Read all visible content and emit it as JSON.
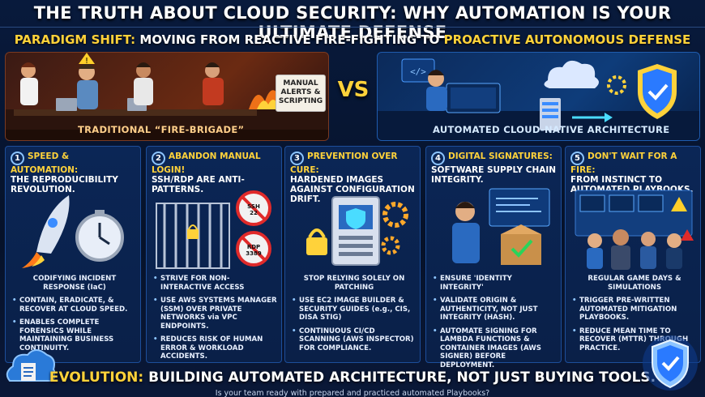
{
  "title": "THE TRUTH ABOUT CLOUD SECURITY: WHY AUTOMATION IS YOUR ULTIMATE DEFENSE",
  "subtitle": {
    "part1": "PARADIGM SHIFT:",
    "part2": " MOVING FROM REACTIVE FIRE-FIGHTING TO ",
    "part3": "PROACTIVE AUTONOMOUS DEFENSE"
  },
  "top": {
    "left_caption": "TRADITIONAL “FIRE-BRIGADE”",
    "manual_note": [
      "MANUAL",
      "ALERTS &",
      "SCRIPTING"
    ],
    "vs": "VS",
    "right_caption": "AUTOMATED CLOUD-NATIVE ARCHITECTURE"
  },
  "columns": [
    {
      "num": "1",
      "head_y": "SPEED & AUTOMATION:",
      "head_w": "THE REPRODUCIBILITY REVOLUTION.",
      "center": "CODIFYING INCIDENT RESPONSE (IaC)",
      "bullets": [
        "CONTAIN, ERADICATE, & RECOVER AT CLOUD SPEED.",
        "ENABLES COMPLETE FORENSICS WHILE MAINTAINING BUSINESS CONTINUITY."
      ]
    },
    {
      "num": "2",
      "head_y": "ABANDON MANUAL LOGIN!",
      "head_w": "SSH/RDP ARE ANTI-PATTERNS.",
      "labels": [
        "SSH 22",
        "RDP 3389"
      ],
      "center": "",
      "bullets": [
        "STRIVE FOR NON-INTERACTIVE ACCESS",
        "USE AWS SYSTEMS MANAGER (SSM) OVER PRIVATE NETWORKS via VPC ENDPOINTS.",
        "REDUCES RISK OF HUMAN ERROR & WORKLOAD ACCIDENTS."
      ]
    },
    {
      "num": "3",
      "head_y": "PREVENTION OVER CURE:",
      "head_w": "HARDENED IMAGES AGAINST CONFIGURATION DRIFT.",
      "center": "STOP RELYING SOLELY ON PATCHING",
      "bullets": [
        "USE EC2 IMAGE BUILDER & SECURITY GUIDES (e.g., CIS, DISA STIG)",
        "CONTINUOUS CI/CD SCANNING (AWS INSPECTOR) FOR COMPLIANCE."
      ]
    },
    {
      "num": "4",
      "head_y": "DIGITAL SIGNATURES:",
      "head_w": "SOFTWARE SUPPLY CHAIN INTEGRITY.",
      "center": "",
      "bullets": [
        "ENSURE 'IDENTITY INTEGRITY'",
        "VALIDATE ORIGIN & AUTHENTICITY, NOT JUST INTEGRITY (HASH).",
        "AUTOMATE SIGNING FOR LAMBDA FUNCTIONS & CONTAINER IMAGES (AWS SIGNER) BEFORE DEPLOYMENT."
      ]
    },
    {
      "num": "5",
      "head_y": "DON'T WAIT FOR A FIRE:",
      "head_w": "FROM INSTINCT TO AUTOMATED PLAYBOOKS.",
      "center": "REGULAR GAME DAYS & SIMULATIONS",
      "bullets": [
        "TRIGGER PRE-WRITTEN AUTOMATED MITIGATION PLAYBOOKS.",
        "REDUCE MEAN TIME TO RECOVER (MTTR) THROUGH PRACTICE."
      ]
    }
  ],
  "footer": {
    "main_y": "EVOLUTION:",
    "main_w": " BUILDING AUTOMATED ARCHITECTURE, NOT JUST BUYING TOOLS.",
    "sub": "Is your team ready with prepared and practiced automated Playbooks?"
  },
  "colors": {
    "accent_yellow": "#ffd23a",
    "panel_blue": "#0b2656",
    "border_blue": "#1d4e9a",
    "fire_orange": "#6b2a12"
  }
}
